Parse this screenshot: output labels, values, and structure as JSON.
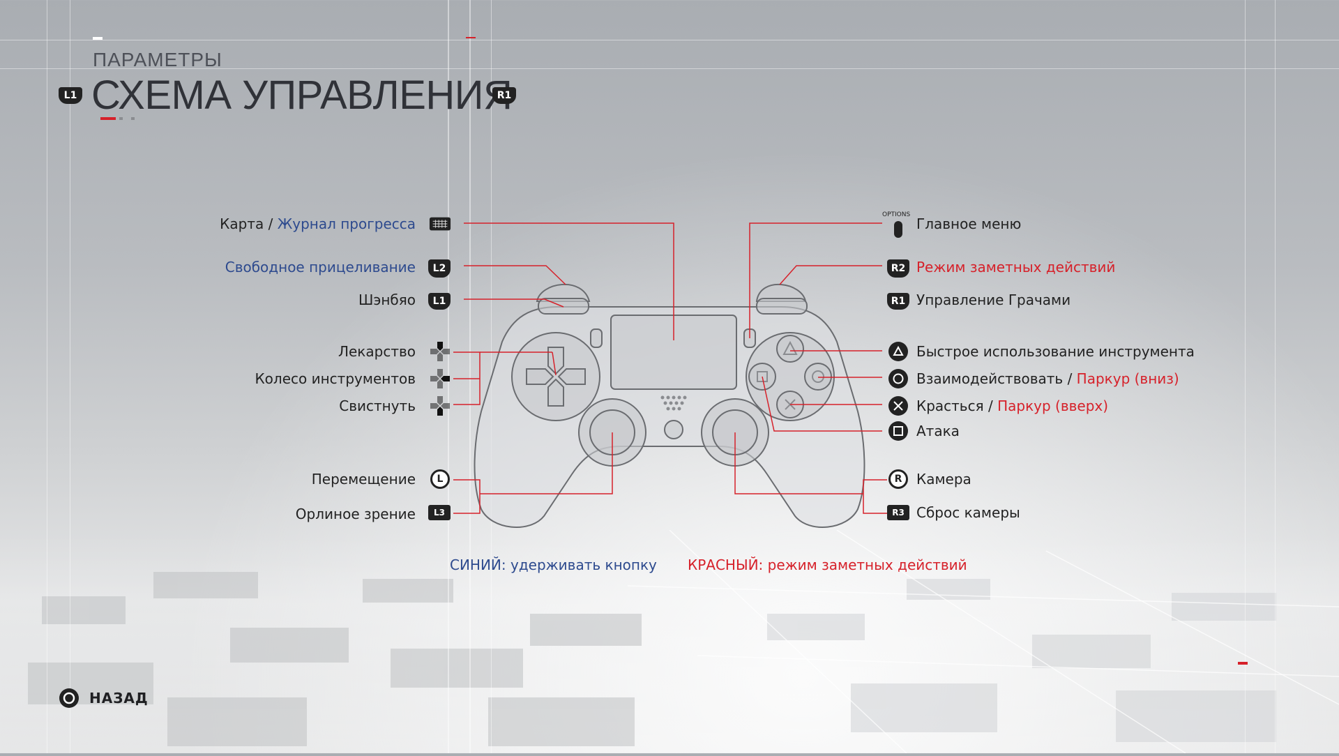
{
  "header": {
    "section": "ПАРАМЕТРЫ",
    "title": "СХЕМА УПРАВЛЕНИЯ",
    "prev_tab_key": "L1",
    "next_tab_key": "R1"
  },
  "left_controls": [
    {
      "parts": [
        {
          "text": "Карта / ",
          "color": "default"
        },
        {
          "text": "Журнал прогресса",
          "color": "blue"
        }
      ],
      "icon": "touchpad-icon"
    },
    {
      "parts": [
        {
          "text": "Свободное прицеливание",
          "color": "blue"
        }
      ],
      "icon": "L2"
    },
    {
      "parts": [
        {
          "text": "Шэнбяо",
          "color": "default"
        }
      ],
      "icon": "L1"
    },
    {
      "parts": [
        {
          "text": "Лекарство",
          "color": "default"
        }
      ],
      "icon": "dpad-up-icon"
    },
    {
      "parts": [
        {
          "text": "Колесо инструментов",
          "color": "default"
        }
      ],
      "icon": "dpad-right-icon"
    },
    {
      "parts": [
        {
          "text": "Свистнуть",
          "color": "default"
        }
      ],
      "icon": "dpad-down-icon"
    },
    {
      "parts": [
        {
          "text": "Перемещение",
          "color": "default"
        }
      ],
      "icon": "L"
    },
    {
      "parts": [
        {
          "text": "Орлиное зрение",
          "color": "default"
        }
      ],
      "icon": "L3"
    }
  ],
  "right_controls": [
    {
      "parts": [
        {
          "text": "Главное меню",
          "color": "default"
        }
      ],
      "icon": "options-icon",
      "icon_caption": "OPTIONS"
    },
    {
      "parts": [
        {
          "text": "Режим заметных действий",
          "color": "red"
        }
      ],
      "icon": "R2"
    },
    {
      "parts": [
        {
          "text": "Управление Грачами",
          "color": "default"
        }
      ],
      "icon": "R1"
    },
    {
      "parts": [
        {
          "text": "Быстрое использование инструмента",
          "color": "default"
        }
      ],
      "icon": "triangle-icon"
    },
    {
      "parts": [
        {
          "text": "Взаимодействовать / ",
          "color": "default"
        },
        {
          "text": "Паркур (вниз)",
          "color": "red"
        }
      ],
      "icon": "circle-icon"
    },
    {
      "parts": [
        {
          "text": "Красться / ",
          "color": "default"
        },
        {
          "text": "Паркур (вверх)",
          "color": "red"
        }
      ],
      "icon": "cross-icon"
    },
    {
      "parts": [
        {
          "text": "Атака",
          "color": "default"
        }
      ],
      "icon": "square-icon"
    },
    {
      "parts": [
        {
          "text": "Камера",
          "color": "default"
        }
      ],
      "icon": "R"
    },
    {
      "parts": [
        {
          "text": "Сброс камеры",
          "color": "default"
        }
      ],
      "icon": "R3"
    }
  ],
  "legend": {
    "blue_key": "СИНИЙ:",
    "blue_desc": " удерживать кнопку",
    "red_key": "КРАСНЫЙ:",
    "red_desc": " режим заметных действий"
  },
  "footer": {
    "back_label": "НАЗАД",
    "back_icon": "circle-button-icon"
  },
  "colors": {
    "blue": "#2d4a8e",
    "red": "#d6212a",
    "text": "#222222",
    "line": "#d6212a"
  }
}
